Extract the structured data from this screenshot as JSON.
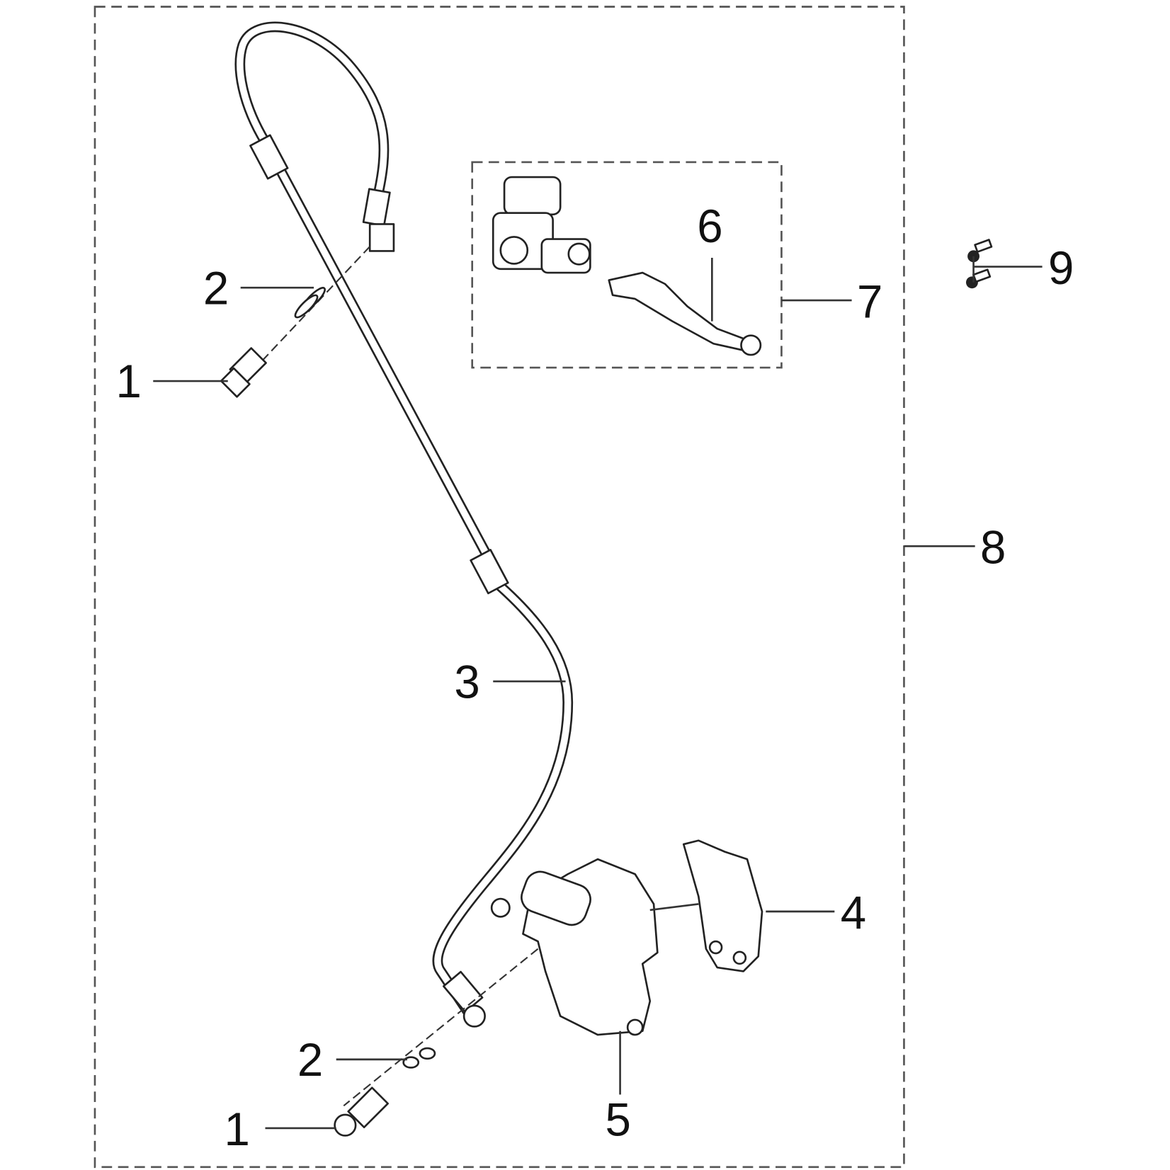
{
  "diagram": {
    "callouts": {
      "banjo_bolt_top": "1",
      "washer_top": "2",
      "brake_hose": "3",
      "brake_pads": "4",
      "caliper": "5",
      "lever": "6",
      "master_cylinder_assembly": "7",
      "complete_assembly": "8",
      "screws": "9",
      "washer_bottom": "2",
      "banjo_bolt_bottom": "1"
    }
  }
}
